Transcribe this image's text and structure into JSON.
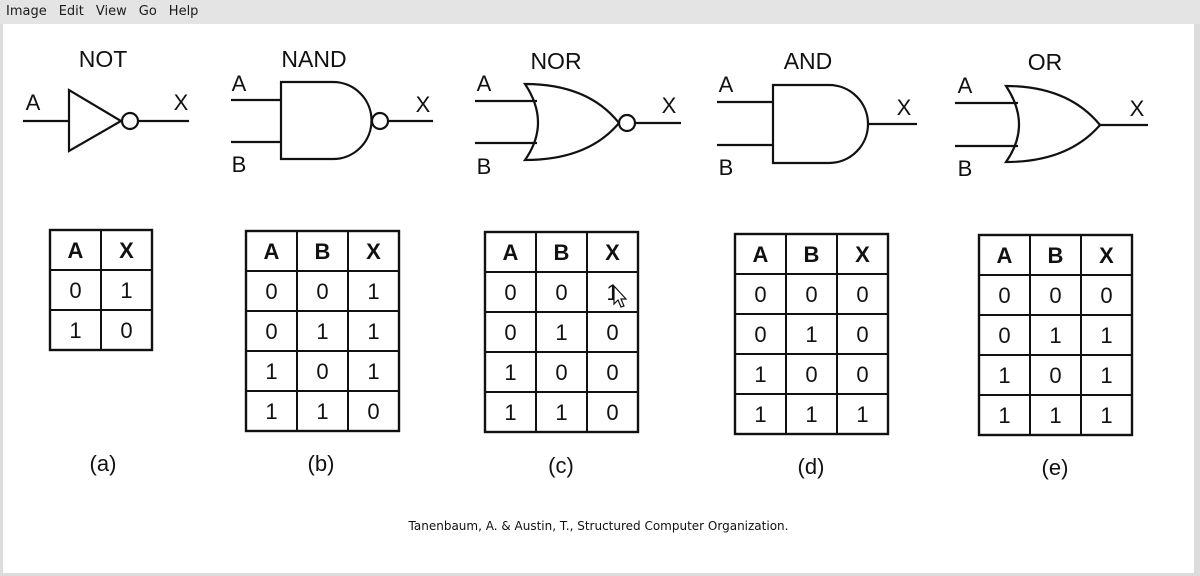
{
  "menu": {
    "items": [
      "Image",
      "Edit",
      "View",
      "Go",
      "Help"
    ]
  },
  "figure": {
    "gates": [
      {
        "name": "NOT",
        "caption": "(a)",
        "inputs": [
          "A"
        ],
        "output": "X",
        "table": {
          "headers": [
            "A",
            "X"
          ],
          "rows": [
            [
              "0",
              "1"
            ],
            [
              "1",
              "0"
            ]
          ]
        }
      },
      {
        "name": "NAND",
        "caption": "(b)",
        "inputs": [
          "A",
          "B"
        ],
        "output": "X",
        "table": {
          "headers": [
            "A",
            "B",
            "X"
          ],
          "rows": [
            [
              "0",
              "0",
              "1"
            ],
            [
              "0",
              "1",
              "1"
            ],
            [
              "1",
              "0",
              "1"
            ],
            [
              "1",
              "1",
              "0"
            ]
          ]
        }
      },
      {
        "name": "NOR",
        "caption": "(c)",
        "inputs": [
          "A",
          "B"
        ],
        "output": "X",
        "table": {
          "headers": [
            "A",
            "B",
            "X"
          ],
          "rows": [
            [
              "0",
              "0",
              "1"
            ],
            [
              "0",
              "1",
              "0"
            ],
            [
              "1",
              "0",
              "0"
            ],
            [
              "1",
              "1",
              "0"
            ]
          ]
        }
      },
      {
        "name": "AND",
        "caption": "(d)",
        "inputs": [
          "A",
          "B"
        ],
        "output": "X",
        "table": {
          "headers": [
            "A",
            "B",
            "X"
          ],
          "rows": [
            [
              "0",
              "0",
              "0"
            ],
            [
              "0",
              "1",
              "0"
            ],
            [
              "1",
              "0",
              "0"
            ],
            [
              "1",
              "1",
              "1"
            ]
          ]
        }
      },
      {
        "name": "OR",
        "caption": "(e)",
        "inputs": [
          "A",
          "B"
        ],
        "output": "X",
        "table": {
          "headers": [
            "A",
            "B",
            "X"
          ],
          "rows": [
            [
              "0",
              "0",
              "0"
            ],
            [
              "0",
              "1",
              "1"
            ],
            [
              "1",
              "0",
              "1"
            ],
            [
              "1",
              "1",
              "1"
            ]
          ]
        }
      }
    ]
  },
  "citation": "Tanenbaum, A. & Austin, T., Structured Computer Organization."
}
